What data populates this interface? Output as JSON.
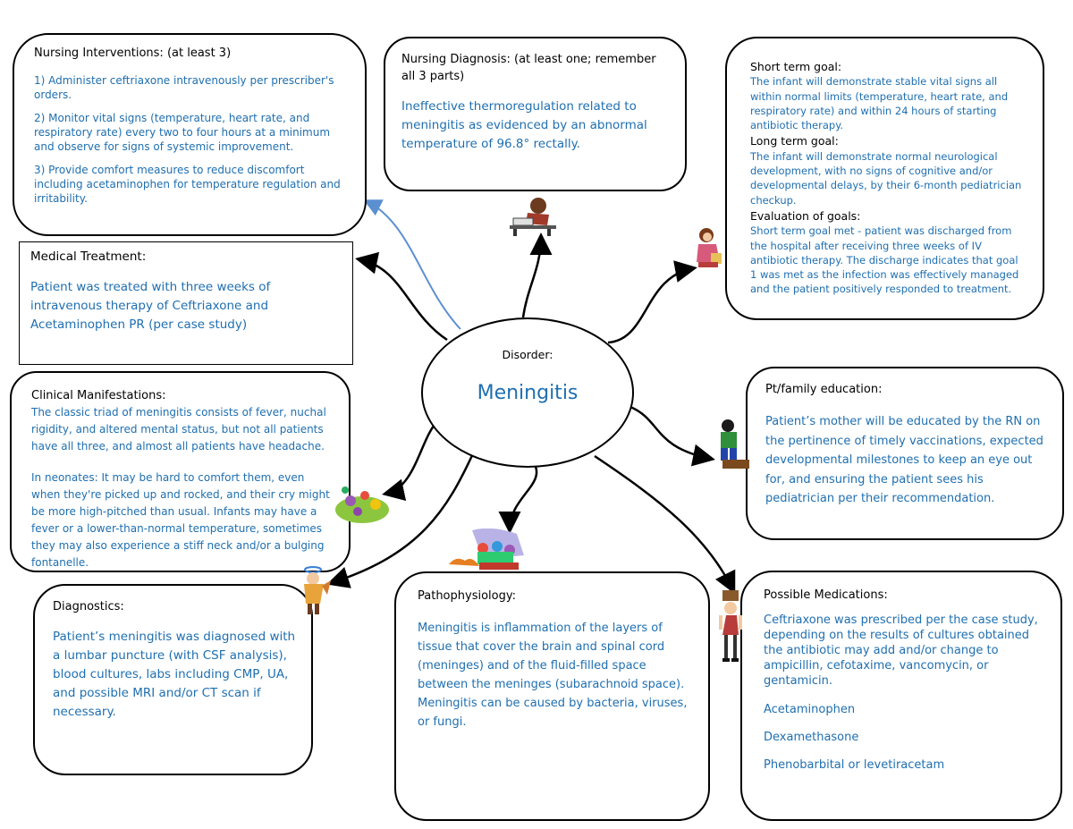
{
  "center": {
    "label": "Disorder:",
    "title": "Meningitis"
  },
  "interventions": {
    "heading": "Nursing Interventions: (at least 3)",
    "items": [
      "1) Administer ceftriaxone intravenously per prescriber's orders.",
      "2) Monitor vital signs (temperature, heart rate, and respiratory rate) every two to four hours at a minimum and observe for signs of systemic improvement.",
      "3) Provide comfort measures to reduce discomfort including acetaminophen for temperature regulation and irritability."
    ]
  },
  "diagnosis": {
    "heading": "Nursing Diagnosis: (at least one; remember all 3 parts)",
    "text": "Ineffective thermoregulation related to meningitis as evidenced by an abnormal temperature of 96.8° rectally."
  },
  "goals": {
    "short_heading": "Short term goal:",
    "short_text": "The infant will demonstrate stable vital signs all within normal limits (temperature, heart rate, and respiratory rate) and within 24 hours of starting antibiotic therapy.",
    "long_heading": "Long term goal:",
    "long_text": "The infant will demonstrate normal neurological development, with no signs of cognitive and/or developmental delays, by their 6-month pediatrician checkup.",
    "eval_heading": "Evaluation of goals:",
    "eval_text": "Short term goal met - patient was discharged from the hospital after receiving three weeks of IV antibiotic therapy. The discharge indicates that goal 1 was met as the infection was effectively managed and the patient positively responded to treatment."
  },
  "medical": {
    "heading": "Medical Treatment:",
    "text": "Patient was treated with three weeks of intravenous therapy of Ceftriaxone and Acetaminophen PR (per case study)"
  },
  "clinical": {
    "heading": "Clinical Manifestations:",
    "text1": "The classic triad of meningitis consists of fever, nuchal rigidity, and altered mental status, but not all patients have all three, and almost all patients have headache.",
    "text2": "In neonates: It may be hard to comfort them, even when they're picked up and rocked, and their cry might be more high-pitched than usual. Infants may have a fever or a lower-than-normal temperature, sometimes they may also experience a stiff neck and/or a bulging fontanelle."
  },
  "education": {
    "heading": "Pt/family education:",
    "text": "Patient’s mother will be educated by the RN on the pertinence of timely vaccinations, expected developmental milestones to keep an eye out for, and ensuring the patient sees his pediatrician per their recommendation."
  },
  "diagnostics": {
    "heading": "Diagnostics:",
    "text": "Patient’s meningitis was diagnosed with a lumbar puncture (with CSF analysis), blood cultures, labs including CMP, UA, and possible MRI and/or CT scan if necessary."
  },
  "patho": {
    "heading": "Pathophysiology:",
    "text": "Meningitis is inflammation of the layers of tissue that cover the brain and spinal cord (meninges) and of the fluid-filled space between the meninges (subarachnoid space). Meningitis can be caused by bacteria, viruses, or fungi."
  },
  "medications": {
    "heading": "Possible Medications:",
    "text": "Ceftriaxone was prescribed per the case study, depending on the results of cultures obtained the antibiotic may add and/or change to ampicillin, cefotaxime, vancomycin, or gentamicin.",
    "items": [
      "Acetaminophen",
      "Dexamethasone",
      "Phenobarbital or levetiracetam"
    ]
  },
  "colors": {
    "accent_text": "#1f6fb0",
    "link_blue": "#5b8fd0",
    "border": "#000000"
  },
  "icons": [
    "clipart-reader-icon",
    "clipart-girl-icon",
    "clipart-worker-icon",
    "clipart-flowers-icon",
    "clipart-crowd-icon",
    "clipart-angel-icon",
    "clipart-sign-holder-icon"
  ]
}
